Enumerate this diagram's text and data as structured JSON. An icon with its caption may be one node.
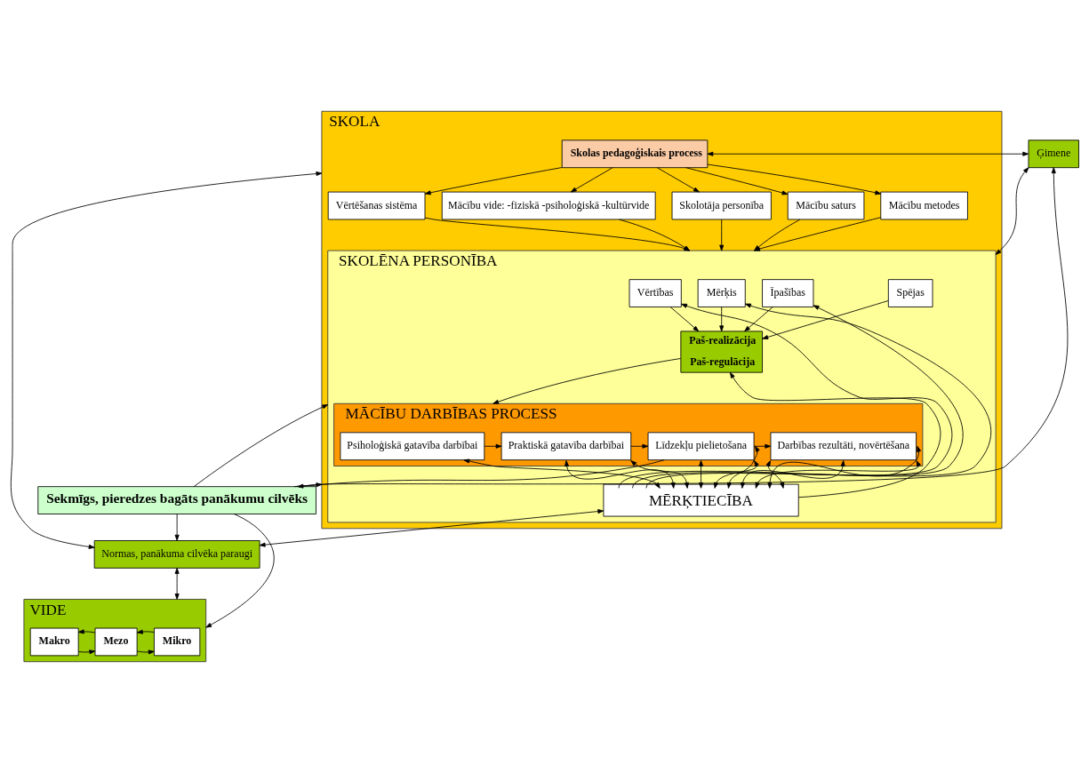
{
  "diagram": {
    "nodes": [
      {
        "text": [
          "SKOLA"
        ]
      },
      {
        "text": [
          "Skolas pedagoģiskais process"
        ],
        "in": 0
      },
      {
        "text": [
          "Ģimene"
        ]
      },
      {
        "text": [
          "Mācību vide: -fiziskā -psiholoģiskā -kultūrvide"
        ],
        "in": 0
      },
      {
        "text": [
          "Skolotāja personība"
        ],
        "in": 0
      },
      {
        "text": [
          "Mācību saturs"
        ],
        "in": 0
      },
      {
        "text": [
          "Mācību metodes"
        ],
        "in": 0
      },
      {
        "text": [
          "Vērtēšanas sistēma"
        ],
        "in": 0
      },
      {
        "text": [
          "SKOLĒNA PERSONĪBA"
        ],
        "in": 0
      },
      {
        "text": [
          "Mērķis"
        ],
        "in": 8
      },
      {
        "text": [
          "Īpašības"
        ],
        "in": 8
      },
      {
        "text": [
          "Spējas"
        ],
        "in": 8
      },
      {
        "text": [
          "Vērtības"
        ],
        "in": 8
      },
      {
        "text": [
          "Paš-realizācija",
          "Paš-regulācija"
        ],
        "in": 8
      },
      {
        "text": [
          "MĀCĪBU DARBĪBAS PROCESS"
        ],
        "in": 8
      },
      {
        "text": [
          "Psiholoģiskā gatavība darbībai"
        ],
        "in": 14
      },
      {
        "text": [
          "Praktiskā gatavība darbībai"
        ],
        "in": 14
      },
      {
        "text": [
          "Līdzekļu pielietošana"
        ],
        "in": 14
      },
      {
        "text": [
          "Darbības rezultāti, novērtēšana"
        ],
        "in": 14
      },
      {
        "text": [
          "MĒRĶTIECĪBA"
        ],
        "in": 8
      },
      {
        "text": [
          "Sekmīgs, pieredzes bagāts panākumu cilvēks"
        ]
      },
      {
        "text": [
          "Normas, panākuma cilvēka paraugi"
        ]
      },
      {
        "text": [
          "VIDE"
        ]
      },
      {
        "text": [
          "Mikro"
        ],
        "in": 22
      },
      {
        "text": [
          "Mezo"
        ],
        "in": 22
      },
      {
        "text": [
          "Makro"
        ],
        "in": 22
      }
    ],
    "edges": [
      {
        "from": 1,
        "to": 2,
        "arrow": "both"
      },
      {
        "from": 1,
        "to": 3,
        "arrow": "to"
      },
      {
        "from": 1,
        "to": 4,
        "arrow": "to"
      },
      {
        "from": 1,
        "to": 5,
        "arrow": "to"
      },
      {
        "from": 1,
        "to": 6,
        "arrow": "to"
      },
      {
        "from": 1,
        "to": 7,
        "arrow": "to"
      },
      {
        "from": 3,
        "to": 8,
        "arrow": "to"
      },
      {
        "from": 4,
        "to": 8,
        "arrow": "to"
      },
      {
        "from": 5,
        "to": 8,
        "arrow": "to"
      },
      {
        "from": 6,
        "to": 8,
        "arrow": "to"
      },
      {
        "from": 7,
        "to": 8,
        "arrow": "to"
      },
      {
        "from": 2,
        "to": 8,
        "arrow": "both"
      },
      {
        "from": 20,
        "to": 8,
        "arrow": "to"
      },
      {
        "from": 20,
        "to": 0,
        "arrow": "to"
      },
      {
        "from": 20,
        "to": 2,
        "arrow": "to"
      },
      {
        "from": 9,
        "to": 13,
        "arrow": "to"
      },
      {
        "from": 10,
        "to": 13,
        "arrow": "to"
      },
      {
        "from": 11,
        "to": 13,
        "arrow": "to"
      },
      {
        "from": 12,
        "to": 13,
        "arrow": "to"
      },
      {
        "from": 13,
        "to": 14,
        "arrow": "to"
      },
      {
        "from": 15,
        "to": 16,
        "arrow": "to"
      },
      {
        "from": 16,
        "to": 17,
        "arrow": "to"
      },
      {
        "from": 17,
        "to": 20,
        "arrow": "to"
      },
      {
        "from": 17,
        "to": 18,
        "arrow": "to"
      },
      {
        "from": 19,
        "to": 9,
        "arrow": "to"
      },
      {
        "from": 19,
        "to": 10,
        "arrow": "to"
      },
      {
        "from": 19,
        "to": 12,
        "arrow": "to"
      },
      {
        "from": 19,
        "to": 13,
        "arrow": "to"
      },
      {
        "from": 15,
        "to": 19,
        "arrow": "both"
      },
      {
        "from": 16,
        "to": 19,
        "arrow": "both"
      },
      {
        "from": 16,
        "to": 19,
        "arrow": "both"
      },
      {
        "from": 17,
        "to": 19,
        "arrow": "both"
      },
      {
        "from": 17,
        "to": 19,
        "arrow": "both"
      },
      {
        "from": 17,
        "to": 19,
        "arrow": "both"
      },
      {
        "from": 18,
        "to": 19,
        "arrow": "both"
      },
      {
        "from": 18,
        "to": 19,
        "arrow": "both"
      },
      {
        "from": 18,
        "to": 19,
        "arrow": "both"
      },
      {
        "from": 18,
        "to": 19,
        "arrow": "both"
      },
      {
        "from": 0,
        "to": 21,
        "arrow": "both"
      },
      {
        "from": 19,
        "to": 21,
        "arrow": "both"
      },
      {
        "from": 20,
        "to": 21,
        "arrow": "to"
      },
      {
        "from": 21,
        "to": 22,
        "arrow": "both"
      },
      {
        "from": 20,
        "to": 22,
        "arrow": "to"
      },
      {
        "from": 24,
        "to": 23,
        "arrow": "to"
      },
      {
        "from": 23,
        "to": 24,
        "arrow": "to"
      },
      {
        "from": 25,
        "to": 24,
        "arrow": "to"
      },
      {
        "from": 24,
        "to": 25,
        "arrow": "to"
      }
    ]
  }
}
